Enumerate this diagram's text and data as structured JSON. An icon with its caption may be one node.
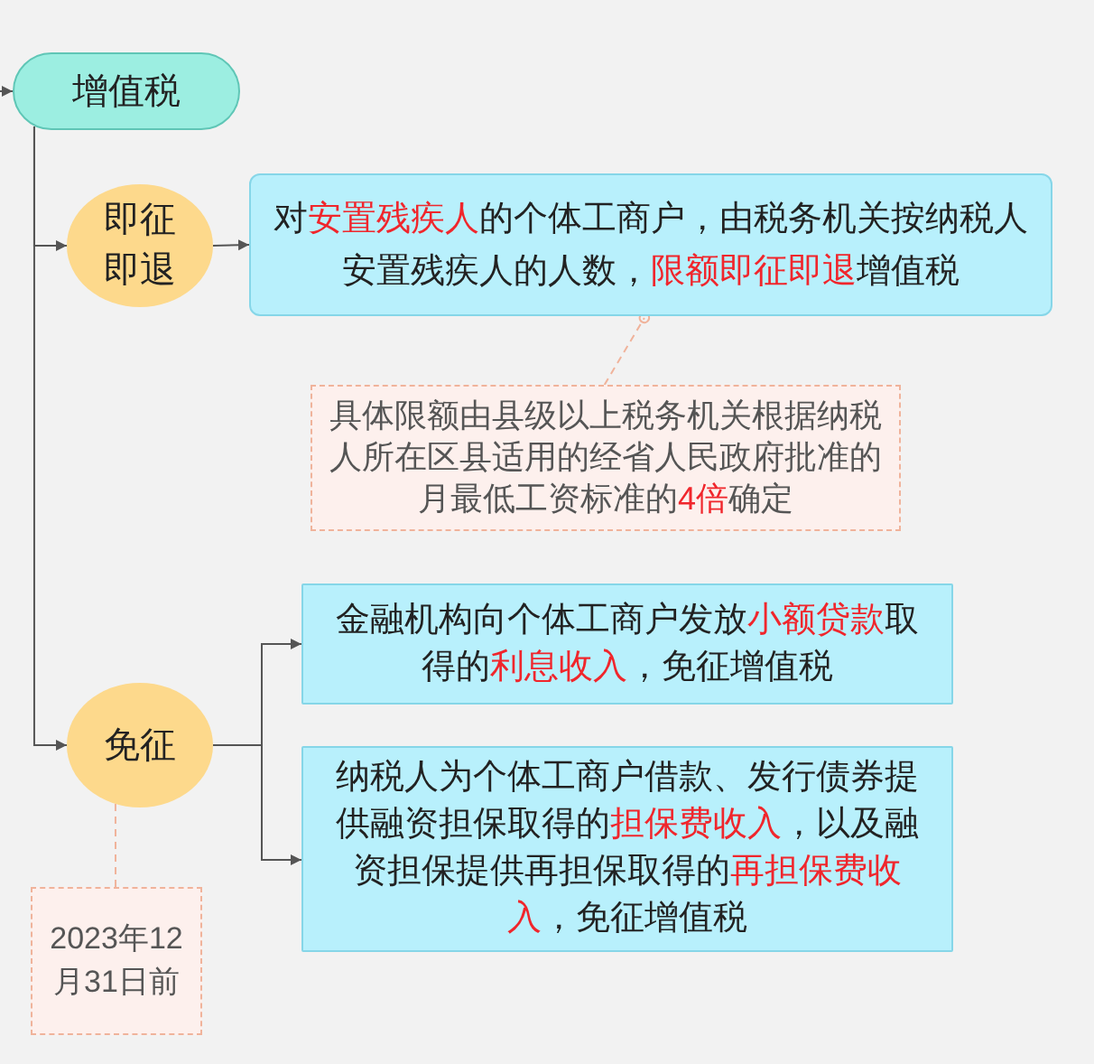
{
  "diagram": {
    "nodes": [
      {
        "text": [
          "增值税"
        ]
      },
      {
        "text": [
          "即征即退"
        ]
      },
      {
        "text": [
          "对**安置残疾人**的个体工商户，由税务机关按纳税人安置残疾人的人数，**限额即征即退**增值税"
        ]
      },
      {
        "text": [
          "具体限额由县级以上税务机关根据纳税人所在区县适用的经省人民政府批准的月最低工资标准的**4倍**确定"
        ]
      },
      {
        "text": [
          "免征"
        ]
      },
      {
        "text": [
          "金融机构向个体工商户发放**小额贷款**取得的**利息收入**，免征增值税"
        ]
      },
      {
        "text": [
          "纳税人为个体工商户借款、发行债券提供融资担保取得的**担保费收入**，以及融资担保提供再担保取得的**再担保费收入**，免征增值税"
        ]
      },
      {
        "text": [
          "2023年12月31日前"
        ]
      }
    ],
    "edges": [
      {
        "from": null,
        "to": 0,
        "arrow": "to"
      },
      {
        "from": 0,
        "to": 1,
        "arrow": "to"
      },
      {
        "from": 0,
        "to": 4,
        "arrow": "to"
      },
      {
        "from": 1,
        "to": 2,
        "arrow": "to"
      },
      {
        "from": 3,
        "to": 2,
        "arrow": "other",
        "style": "dashed",
        "color": "#f0b39b"
      },
      {
        "from": 4,
        "to": 5,
        "arrow": "to"
      },
      {
        "from": 4,
        "to": 6,
        "arrow": "to"
      },
      {
        "from": 4,
        "to": 7,
        "arrow": "none",
        "style": "dashed",
        "color": "#f0b39b"
      }
    ]
  }
}
